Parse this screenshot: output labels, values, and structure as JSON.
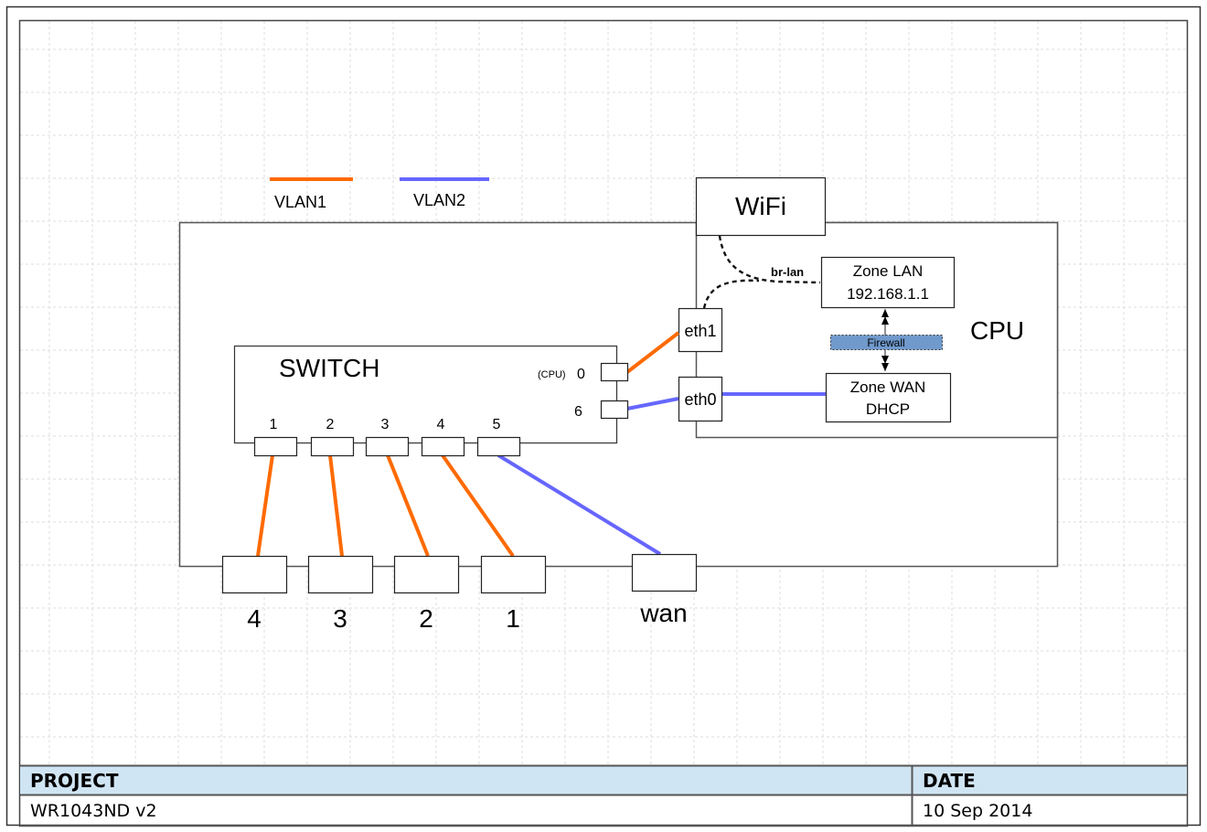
{
  "legend": [
    {
      "label": "VLAN1",
      "color": "#ff6a00"
    },
    {
      "label": "VLAN2",
      "color": "#6666ff"
    }
  ],
  "colors": {
    "vlan1": "#ff6a00",
    "vlan2": "#6666ff",
    "firewall_fill": "#7099cc",
    "title_header_fill": "#d0e5f3",
    "grid": "#dddddd"
  },
  "wifi": {
    "label": "WiFi"
  },
  "cpu": {
    "label": "CPU"
  },
  "bridge": {
    "label": "br-lan"
  },
  "zone_lan": {
    "line1": "Zone LAN",
    "line2": "192.168.1.1"
  },
  "zone_wan": {
    "line1": "Zone WAN",
    "line2": "DHCP"
  },
  "firewall": {
    "label": "Firewall"
  },
  "eth1": {
    "label": "eth1"
  },
  "eth0": {
    "label": "eth0"
  },
  "switch": {
    "label": "SWITCH",
    "cpu_port_prefix": "(CPU)",
    "cpu_port": "0",
    "port6": "6",
    "ports": [
      "1",
      "2",
      "3",
      "4",
      "5"
    ]
  },
  "physical_ports": [
    "4",
    "3",
    "2",
    "1",
    "wan"
  ],
  "connections": [
    {
      "from": "switch-port-1",
      "to": "lan-port-4",
      "vlan": "VLAN1"
    },
    {
      "from": "switch-port-2",
      "to": "lan-port-3",
      "vlan": "VLAN1"
    },
    {
      "from": "switch-port-3",
      "to": "lan-port-2",
      "vlan": "VLAN1"
    },
    {
      "from": "switch-port-4",
      "to": "lan-port-1",
      "vlan": "VLAN1"
    },
    {
      "from": "switch-port-5",
      "to": "wan-port",
      "vlan": "VLAN2"
    },
    {
      "from": "switch-port-0",
      "to": "eth1",
      "vlan": "VLAN1"
    },
    {
      "from": "switch-port-6",
      "to": "eth0",
      "vlan": "VLAN2"
    },
    {
      "from": "eth0",
      "to": "zone-wan",
      "vlan": "VLAN2"
    }
  ],
  "title_block": {
    "project_header": "PROJECT",
    "project_value": "WR1043ND v2",
    "date_header": "DATE",
    "date_value": "10 Sep 2014"
  }
}
